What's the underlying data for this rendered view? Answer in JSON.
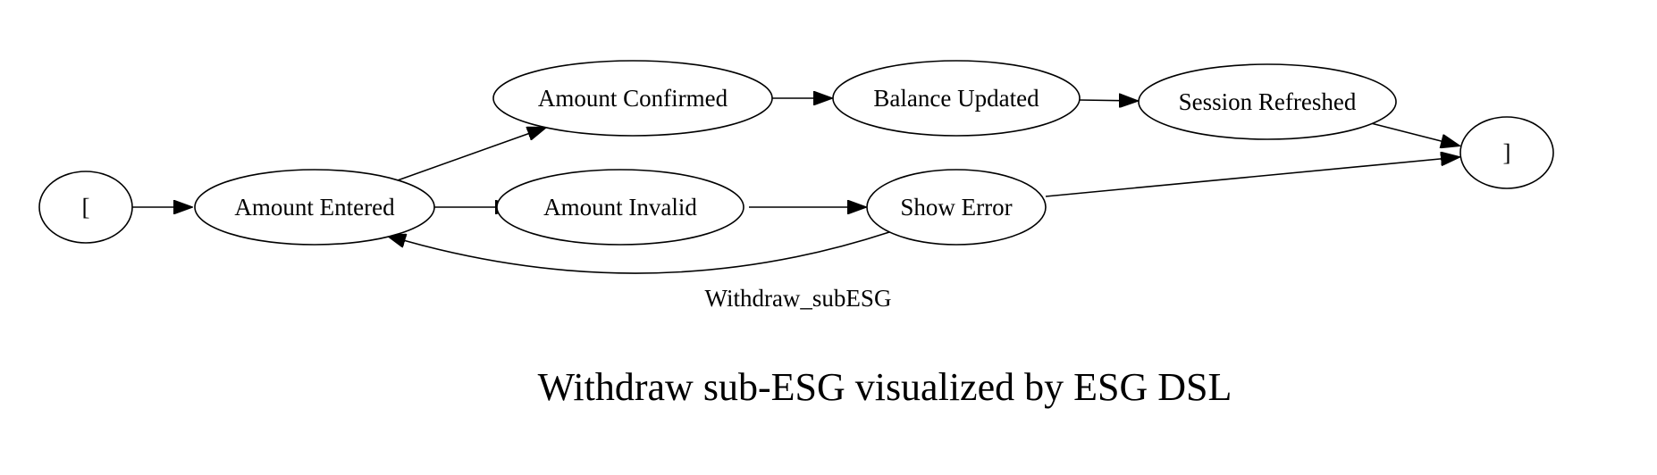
{
  "diagram": {
    "nodes": {
      "start": "[",
      "amount_entered": "Amount Entered",
      "amount_confirmed": "Amount Confirmed",
      "amount_invalid": "Amount Invalid",
      "balance_updated": "Balance Updated",
      "session_refreshed": "Session Refreshed",
      "show_error": "Show Error",
      "end": "]"
    },
    "edges": [
      {
        "from": "start",
        "to": "amount_entered"
      },
      {
        "from": "amount_entered",
        "to": "amount_confirmed"
      },
      {
        "from": "amount_entered",
        "to": "amount_invalid"
      },
      {
        "from": "amount_confirmed",
        "to": "balance_updated"
      },
      {
        "from": "balance_updated",
        "to": "session_refreshed"
      },
      {
        "from": "session_refreshed",
        "to": "end"
      },
      {
        "from": "amount_invalid",
        "to": "show_error"
      },
      {
        "from": "show_error",
        "to": "end"
      },
      {
        "from": "show_error",
        "to": "amount_entered"
      }
    ],
    "graph_label": "Withdraw_subESG",
    "caption": "Withdraw sub-ESG visualized by ESG DSL"
  }
}
